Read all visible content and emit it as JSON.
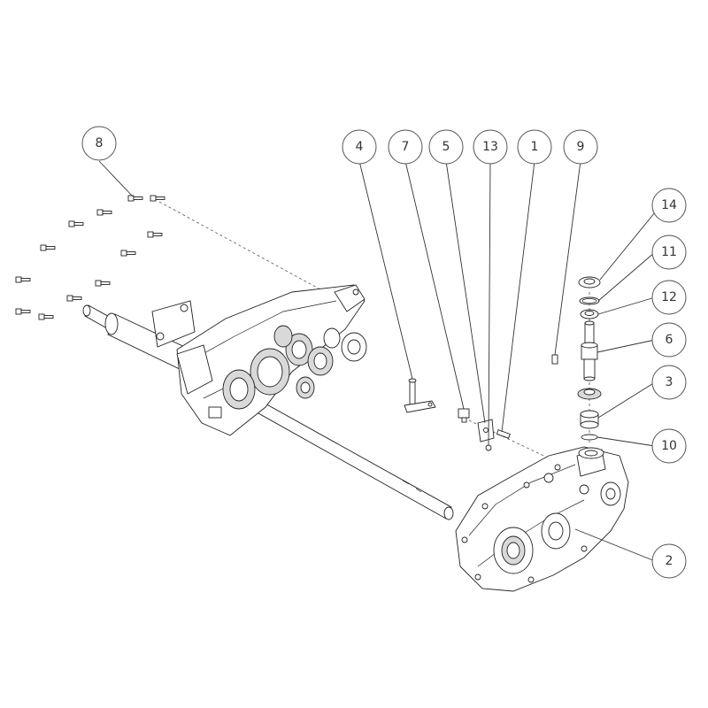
{
  "callouts": [
    {
      "id": "c8",
      "label": "8"
    },
    {
      "id": "c4",
      "label": "4"
    },
    {
      "id": "c7",
      "label": "7"
    },
    {
      "id": "c5",
      "label": "5"
    },
    {
      "id": "c13",
      "label": "13"
    },
    {
      "id": "c1",
      "label": "1"
    },
    {
      "id": "c9",
      "label": "9"
    },
    {
      "id": "c14",
      "label": "14"
    },
    {
      "id": "c11",
      "label": "11"
    },
    {
      "id": "c12",
      "label": "12"
    },
    {
      "id": "c6",
      "label": "6"
    },
    {
      "id": "c3",
      "label": "3"
    },
    {
      "id": "c10",
      "label": "10"
    },
    {
      "id": "c2",
      "label": "2"
    }
  ]
}
